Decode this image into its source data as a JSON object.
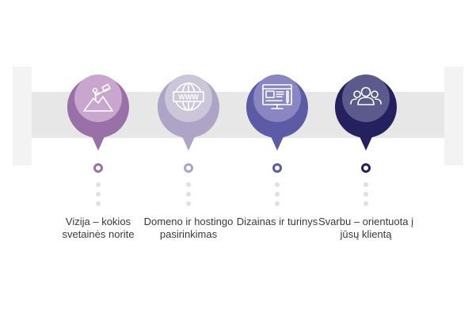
{
  "steps": [
    {
      "label": "Vizija – kokios svetainės norite",
      "icon": "telescope-on-mountain-icon",
      "color": "#9a70a8",
      "tip": "#c8a6cd"
    },
    {
      "label": "Domeno ir hostingo pasirinkimas",
      "icon": "www-globe-icon",
      "color": "#aea5c6",
      "tip": "#cbc6da"
    },
    {
      "label": "Dizainas ir turinys",
      "icon": "web-design-monitor-icon",
      "color": "#5d5aa6",
      "tip": "#8a86c1"
    },
    {
      "label": "Svarbu – orientuota į jūsų klientą",
      "icon": "users-group-icon",
      "color": "#25215f",
      "tip": "#5a5a8c"
    }
  ]
}
